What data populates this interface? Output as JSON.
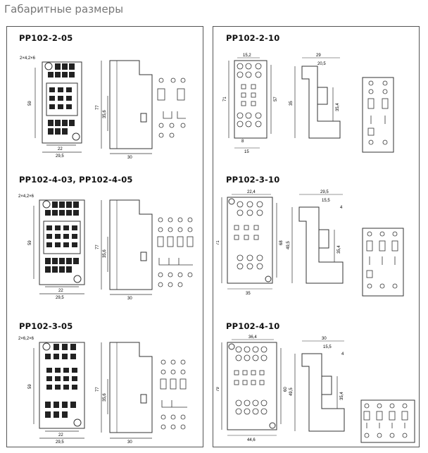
{
  "page": {
    "title": "Габаритные размеры"
  },
  "sections": [
    {
      "title": "PP102-2-05",
      "dims": {
        "screw": "2×4,2×6",
        "height": "59",
        "body_h": "77",
        "body_h2": "35,6",
        "w1": "22",
        "w2": "29,5",
        "depth": "30"
      }
    },
    {
      "title": "PP102-4-03, PP102-4-05",
      "dims": {
        "screw": "2×4,2×6",
        "height": "59",
        "body_h": "77",
        "body_h2": "35,6",
        "w1": "22",
        "w2": "29,5",
        "depth": "30"
      }
    },
    {
      "title": "PP102-3-05",
      "dims": {
        "screw": "2×6,2×6",
        "height": "59",
        "body_h": "77",
        "body_h2": "35,6",
        "w1": "22",
        "w2": "29,5",
        "depth": "30"
      }
    },
    {
      "title": "PP102-2-10",
      "dims": {
        "top": "15,2",
        "height": "71",
        "inner": "57",
        "bottom1": "8",
        "bottom2": "15",
        "depth1": "29",
        "depth2": "20,5",
        "side1": "35",
        "side2": "35,4"
      }
    },
    {
      "title": "PP102-3-10",
      "dims": {
        "top": "22,4",
        "height": "68",
        "inner": "71",
        "width": "35",
        "depth1": "29,5",
        "depth2": "15,5",
        "small": "4",
        "side1": "49,5",
        "side2": "35,4"
      }
    },
    {
      "title": "PP102-4-10",
      "dims": {
        "top": "36,4",
        "height": "79",
        "inner": "60",
        "width": "44,6",
        "depth1": "30",
        "depth2": "15,5",
        "small": "4",
        "side1": "49,5",
        "side2": "35,4"
      }
    }
  ]
}
